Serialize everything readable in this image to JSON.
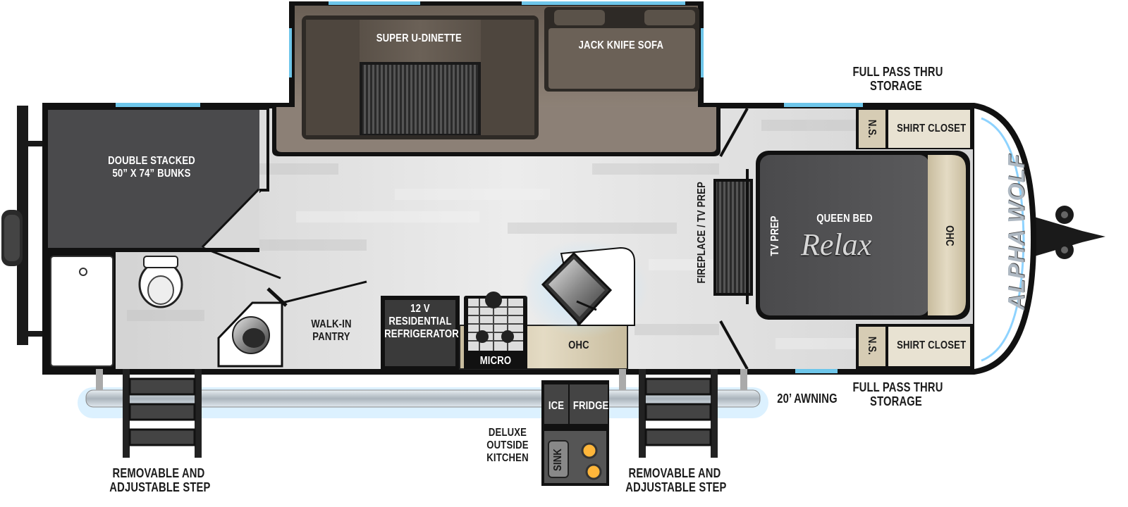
{
  "floorplan": {
    "labels": {
      "super_u_dinette": "SUPER U-DINETTE",
      "jack_knife_sofa": "JACK KNIFE SOFA",
      "bunks_line1": "DOUBLE STACKED",
      "bunks_line2": "50” X 74” BUNKS",
      "full_pass_thru_top_1": "FULL PASS THRU",
      "full_pass_thru_top_2": "STORAGE",
      "full_pass_thru_bottom_1": "FULL PASS THRU",
      "full_pass_thru_bottom_2": "STORAGE",
      "ns_top": "N.S.",
      "ns_bottom": "N.S.",
      "shirt_closet_top": "SHIRT CLOSET",
      "shirt_closet_bottom": "SHIRT CLOSET",
      "queen_bed": "QUEEN BED",
      "relax": "Relax",
      "tv_prep": "TV PREP",
      "ohc_bed": "OHC",
      "fireplace_tv_prep": "FIREPLACE / TV PREP",
      "walk_in_1": "WALK-IN",
      "walk_in_2": "PANTRY",
      "fridge_1": "12 V",
      "fridge_2": "RESIDENTIAL",
      "fridge_3": "REFRIGERATOR",
      "micro": "MICRO",
      "ohc_kitchen": "OHC",
      "awning": "20’ AWNING",
      "outside_ice": "ICE",
      "outside_fridge": "FRIDGE",
      "outside_sink": "SINK",
      "outside_kitchen_1": "DELUXE",
      "outside_kitchen_2": "OUTSIDE",
      "outside_kitchen_3": "KITCHEN",
      "step_left_1": "REMOVABLE AND",
      "step_left_2": "ADJUSTABLE STEP",
      "step_right_1": "REMOVABLE AND",
      "step_right_2": "ADJUSTABLE STEP",
      "brand": "ALPHA WOLF"
    },
    "colors": {
      "wall": "#111111",
      "floor": "#d9d9d9",
      "slide_floor": "#8c8076",
      "dark_furniture": "#4a4a4c",
      "cushion": "#5a5249",
      "cabinet": "#d8cdb4",
      "window": "#6ec6ea",
      "glow": "#8ed3ff"
    }
  }
}
